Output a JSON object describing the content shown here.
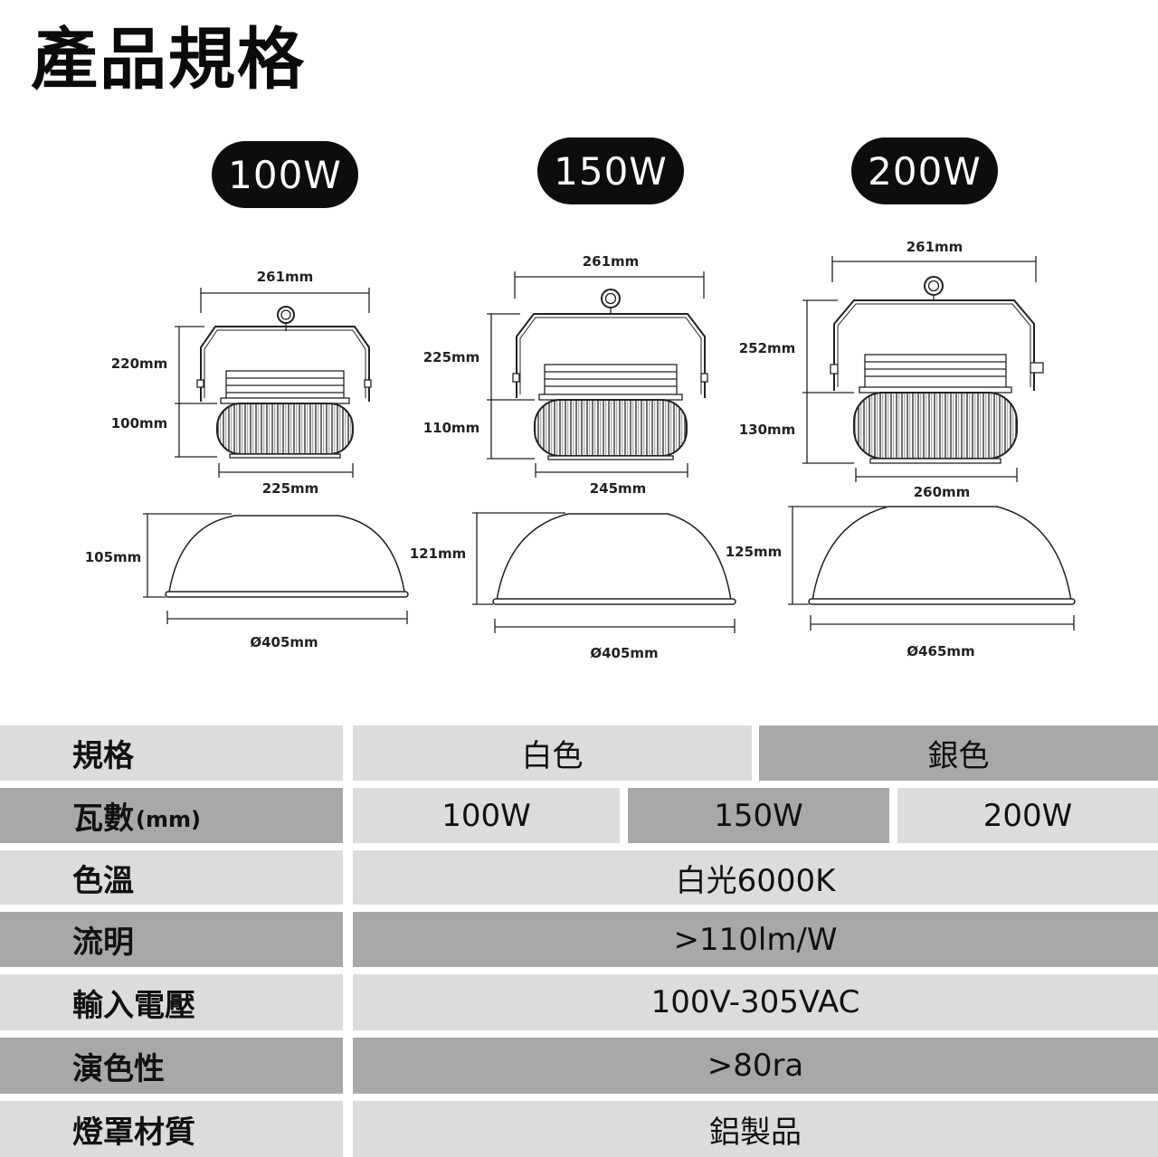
{
  "page_title": "產品規格",
  "models": [
    {
      "watt": "100W",
      "top_width": "261mm",
      "body_height": "220mm",
      "driver_height": "100mm",
      "driver_width": "225mm",
      "reflector_height": "105mm",
      "reflector_diameter": "Ø405mm"
    },
    {
      "watt": "150W",
      "top_width": "261mm",
      "body_height": "225mm",
      "driver_height": "110mm",
      "driver_width": "245mm",
      "reflector_height": "121mm",
      "reflector_diameter": "Ø405mm"
    },
    {
      "watt": "200W",
      "top_width": "261mm",
      "body_height": "252mm",
      "driver_height": "130mm",
      "driver_width": "260mm",
      "reflector_height": "125mm",
      "reflector_diameter": "Ø465mm"
    }
  ],
  "table": {
    "colors": {
      "light_row": "#dcdcdc",
      "dark_row": "#a8a8a8"
    },
    "rows": {
      "spec": {
        "label": "規格",
        "white": "白色",
        "silver": "銀色"
      },
      "wattage": {
        "label": "瓦數",
        "unit": "(mm)",
        "values": [
          "100W",
          "150W",
          "200W"
        ]
      },
      "color_temp": {
        "label": "色溫",
        "value": "白光6000K"
      },
      "luminous": {
        "label": "流明",
        "value": ">110lm/W"
      },
      "voltage": {
        "label": "輸入電壓",
        "value": "100V-305VAC"
      },
      "cri": {
        "label": "演色性",
        "value": ">80ra"
      },
      "material": {
        "label": "燈罩材質",
        "value": "鋁製品"
      }
    }
  }
}
